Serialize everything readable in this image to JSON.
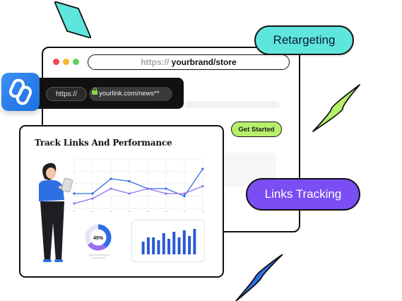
{
  "browser": {
    "url_protocol": "https://",
    "url_path": "yourbrand/store",
    "cta_label": "Get Started"
  },
  "linkbar": {
    "protocol_label": "https://",
    "short_url": "yourlink.com/news**"
  },
  "pills": {
    "retargeting": "Retargeting",
    "links_tracking": "Links Tracking"
  },
  "dashboard": {
    "title": "Track Links And Performance",
    "donut_label": "40%",
    "donut_percent": 40
  },
  "colors": {
    "retargeting_pill": "#5ee6dd",
    "tracking_pill": "#7a4ef2",
    "cta": "#b7ef6b",
    "line_blue": "#2f6fe4",
    "line_purple": "#9a6cf0",
    "bars": "#2a59d6"
  },
  "icons": [
    "link-chain-icon",
    "lock-icon",
    "sparkle-icon",
    "person-illustration"
  ],
  "chart_data": [
    {
      "type": "line",
      "x": [
        1,
        2,
        3,
        4,
        5,
        6,
        7,
        8
      ],
      "series": [
        {
          "values": [
            30,
            30,
            60,
            55,
            40,
            40,
            25,
            80
          ]
        },
        {
          "values": [
            10,
            20,
            40,
            30,
            40,
            30,
            30,
            45
          ]
        }
      ],
      "ylim": [
        0,
        100
      ],
      "grid": true
    },
    {
      "type": "bar",
      "values": [
        18,
        24,
        24,
        20,
        30,
        22,
        32,
        24,
        34,
        26,
        36
      ],
      "ylim": [
        0,
        40
      ]
    }
  ]
}
